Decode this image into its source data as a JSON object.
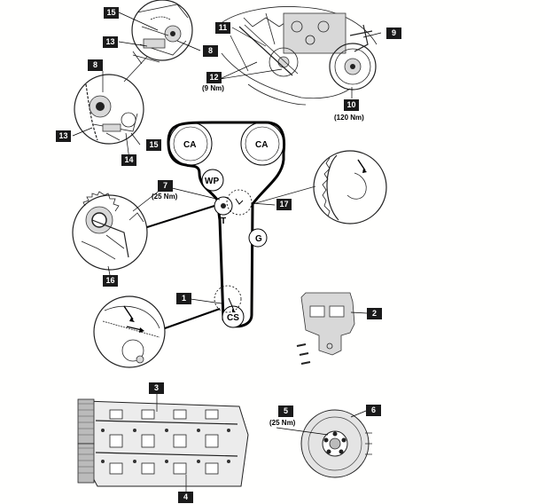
{
  "belt_labels": {
    "ca_left": "CA",
    "ca_right": "CA",
    "wp": "WP",
    "g": "G",
    "cs": "CS",
    "t": "T"
  },
  "callouts": {
    "n15_top": "15",
    "n13_top": "13",
    "n8_top": "8",
    "n8_mid": "8",
    "n13_mid": "13",
    "n14": "14",
    "n15_mid": "15",
    "n11": "11",
    "n9": "9",
    "n12": "12",
    "n10": "10",
    "n7": "7",
    "n17": "17",
    "n16": "16",
    "n1": "1",
    "n2": "2",
    "n3": "3",
    "n4": "4",
    "n5": "5",
    "n6": "6"
  },
  "torques": {
    "t12": "(9 Nm)",
    "t10": "(120 Nm)",
    "t7": "(25 Nm)",
    "t5": "(25 Nm)"
  }
}
